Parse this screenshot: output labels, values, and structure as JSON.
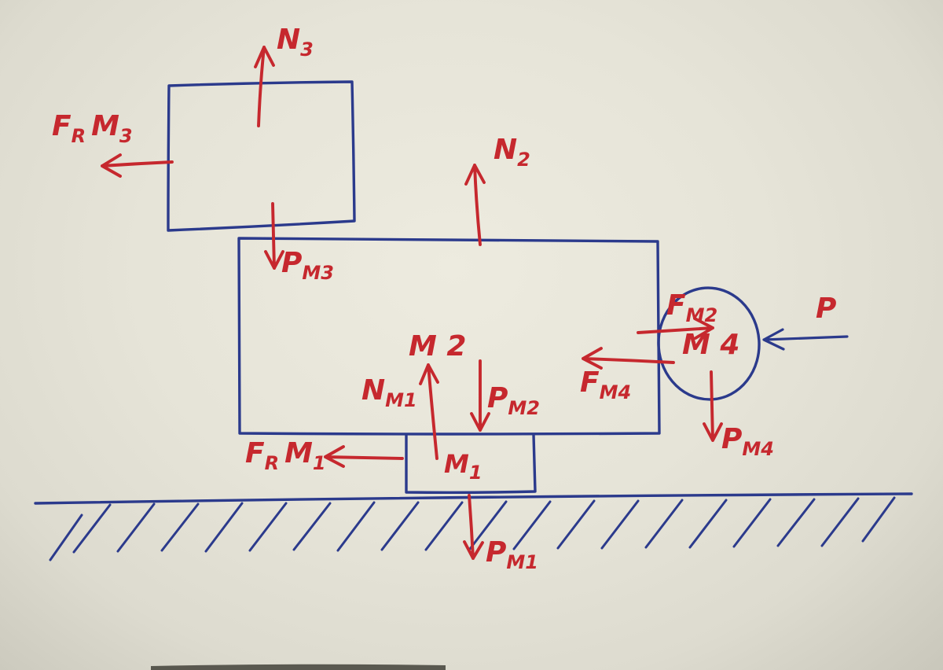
{
  "scene": {
    "type": "hand-drawn free-body diagram",
    "paper_color": "#e9e7db",
    "ink_blue": "#2b3a8c",
    "ink_red": "#c6282e"
  },
  "labels": {
    "n3": {
      "parts": [
        "N",
        "3"
      ]
    },
    "fr_m3": {
      "parts": [
        "F",
        "R",
        "M",
        "3"
      ]
    },
    "p_m3": {
      "parts": [
        "P",
        "M3"
      ]
    },
    "n2": {
      "parts": [
        "N",
        "2"
      ]
    },
    "m2": {
      "parts": [
        "M 2"
      ]
    },
    "n_m1": {
      "parts": [
        "N",
        "M1"
      ]
    },
    "p_m2": {
      "parts": [
        "P",
        "M2"
      ]
    },
    "f_m2": {
      "parts": [
        "F",
        "M2"
      ]
    },
    "m4": {
      "parts": [
        "M 4"
      ]
    },
    "f_m4": {
      "parts": [
        "F",
        "M4"
      ]
    },
    "p": {
      "parts": [
        "P"
      ]
    },
    "p_m4": {
      "parts": [
        "P",
        "M4"
      ]
    },
    "fr_m1": {
      "parts": [
        "F",
        "R",
        "M",
        "1"
      ]
    },
    "m1": {
      "parts": [
        "M",
        "1"
      ]
    },
    "p_m1": {
      "parts": [
        "P",
        "M1"
      ]
    }
  }
}
